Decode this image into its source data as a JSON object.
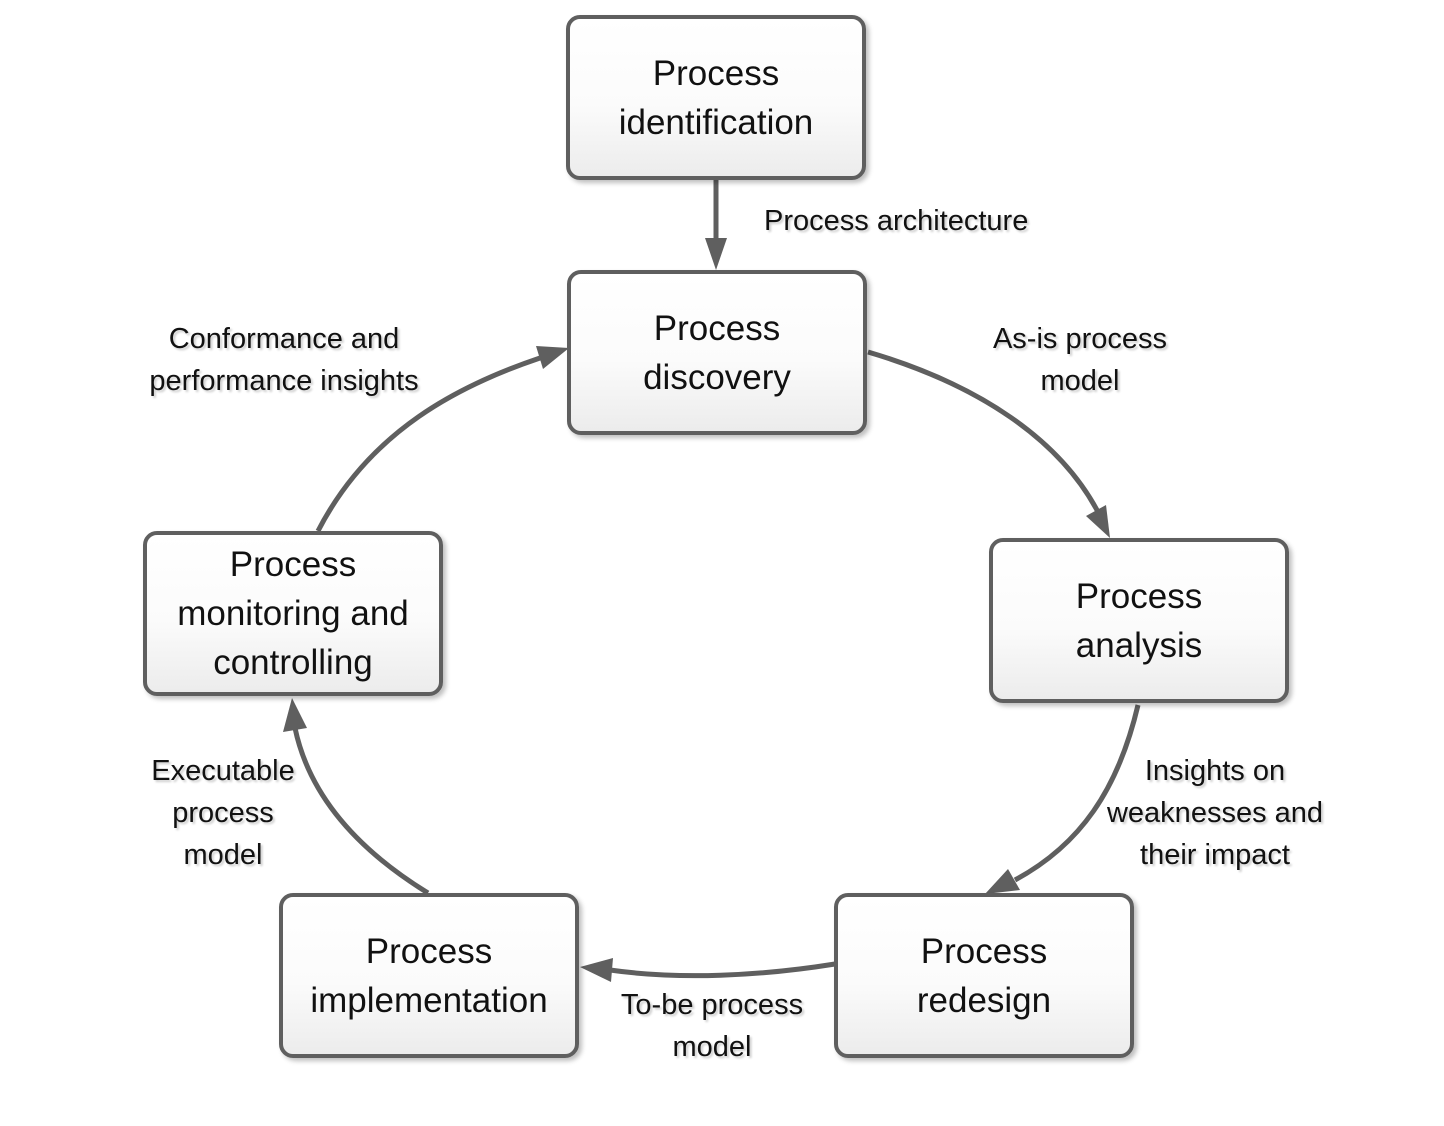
{
  "diagram": {
    "nodes": {
      "identification": "Process\nidentification",
      "discovery": "Process\ndiscovery",
      "analysis": "Process\nanalysis",
      "redesign": "Process\nredesign",
      "implementation": "Process\nimplementation",
      "monitoring": "Process\nmonitoring and\ncontrolling"
    },
    "edges": {
      "architecture": "Process architecture",
      "as_is": "As-is process\nmodel",
      "insights": "Insights on\nweaknesses and\ntheir impact",
      "to_be": "To-be process\nmodel",
      "executable": "Executable\nprocess\nmodel",
      "conformance": "Conformance and\nperformance insights"
    }
  },
  "colors": {
    "stroke": "#5f5f5f",
    "text": "#111111",
    "background": "#ffffff"
  }
}
